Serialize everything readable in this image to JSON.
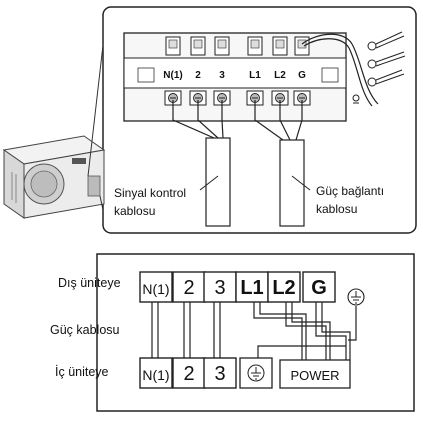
{
  "top_panel": {
    "terminal_labels": [
      "N(1)",
      "2",
      "3",
      "L1",
      "L2",
      "G"
    ],
    "signal_cable_label": [
      "Sinyal kontrol",
      "kablosu"
    ],
    "power_cable_label": [
      "Güç bağlantı",
      "kablosu"
    ]
  },
  "bottom_panel": {
    "outdoor_label": "Dış üniteye",
    "power_cable_label": "Güç kablosu",
    "indoor_label": "İç üniteye",
    "outdoor_terminals": [
      "N(1)",
      "2",
      "3",
      "L1",
      "L2",
      "G"
    ],
    "indoor_terminals": [
      "N(1)",
      "2",
      "3"
    ],
    "power_block_label": "POWER",
    "ground_symbol": "ground-icon"
  },
  "colors": {
    "line": "#1a1a1a",
    "terminal_fill": "#ffffff",
    "unit_body": "#e8e8e8"
  }
}
